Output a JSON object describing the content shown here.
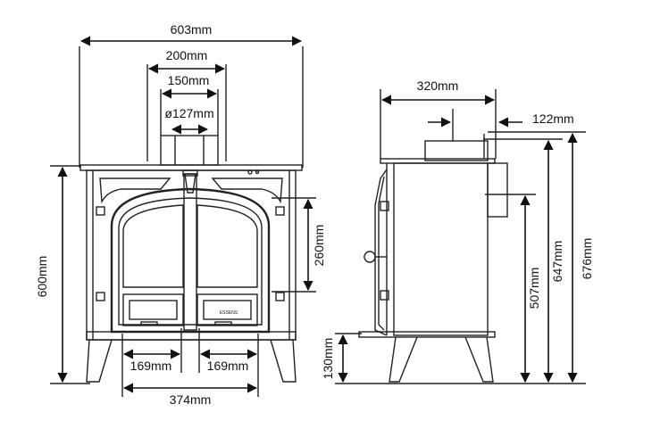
{
  "front_view": {
    "overall_width": "603mm",
    "flue_collar_width": "200mm",
    "flue_outer_width": "150mm",
    "flue_diameter": "ø127mm",
    "height": "600mm",
    "door_window_height": "260mm",
    "left_offset": "169mm",
    "right_offset": "169mm",
    "leg_spacing": "374mm",
    "door_label": "ESSENS"
  },
  "side_view": {
    "depth": "320mm",
    "rear_offset": "122mm",
    "leg_height": "130mm",
    "air_inlet_height": "507mm",
    "flue_center_height": "647mm",
    "overall_height": "676mm"
  }
}
